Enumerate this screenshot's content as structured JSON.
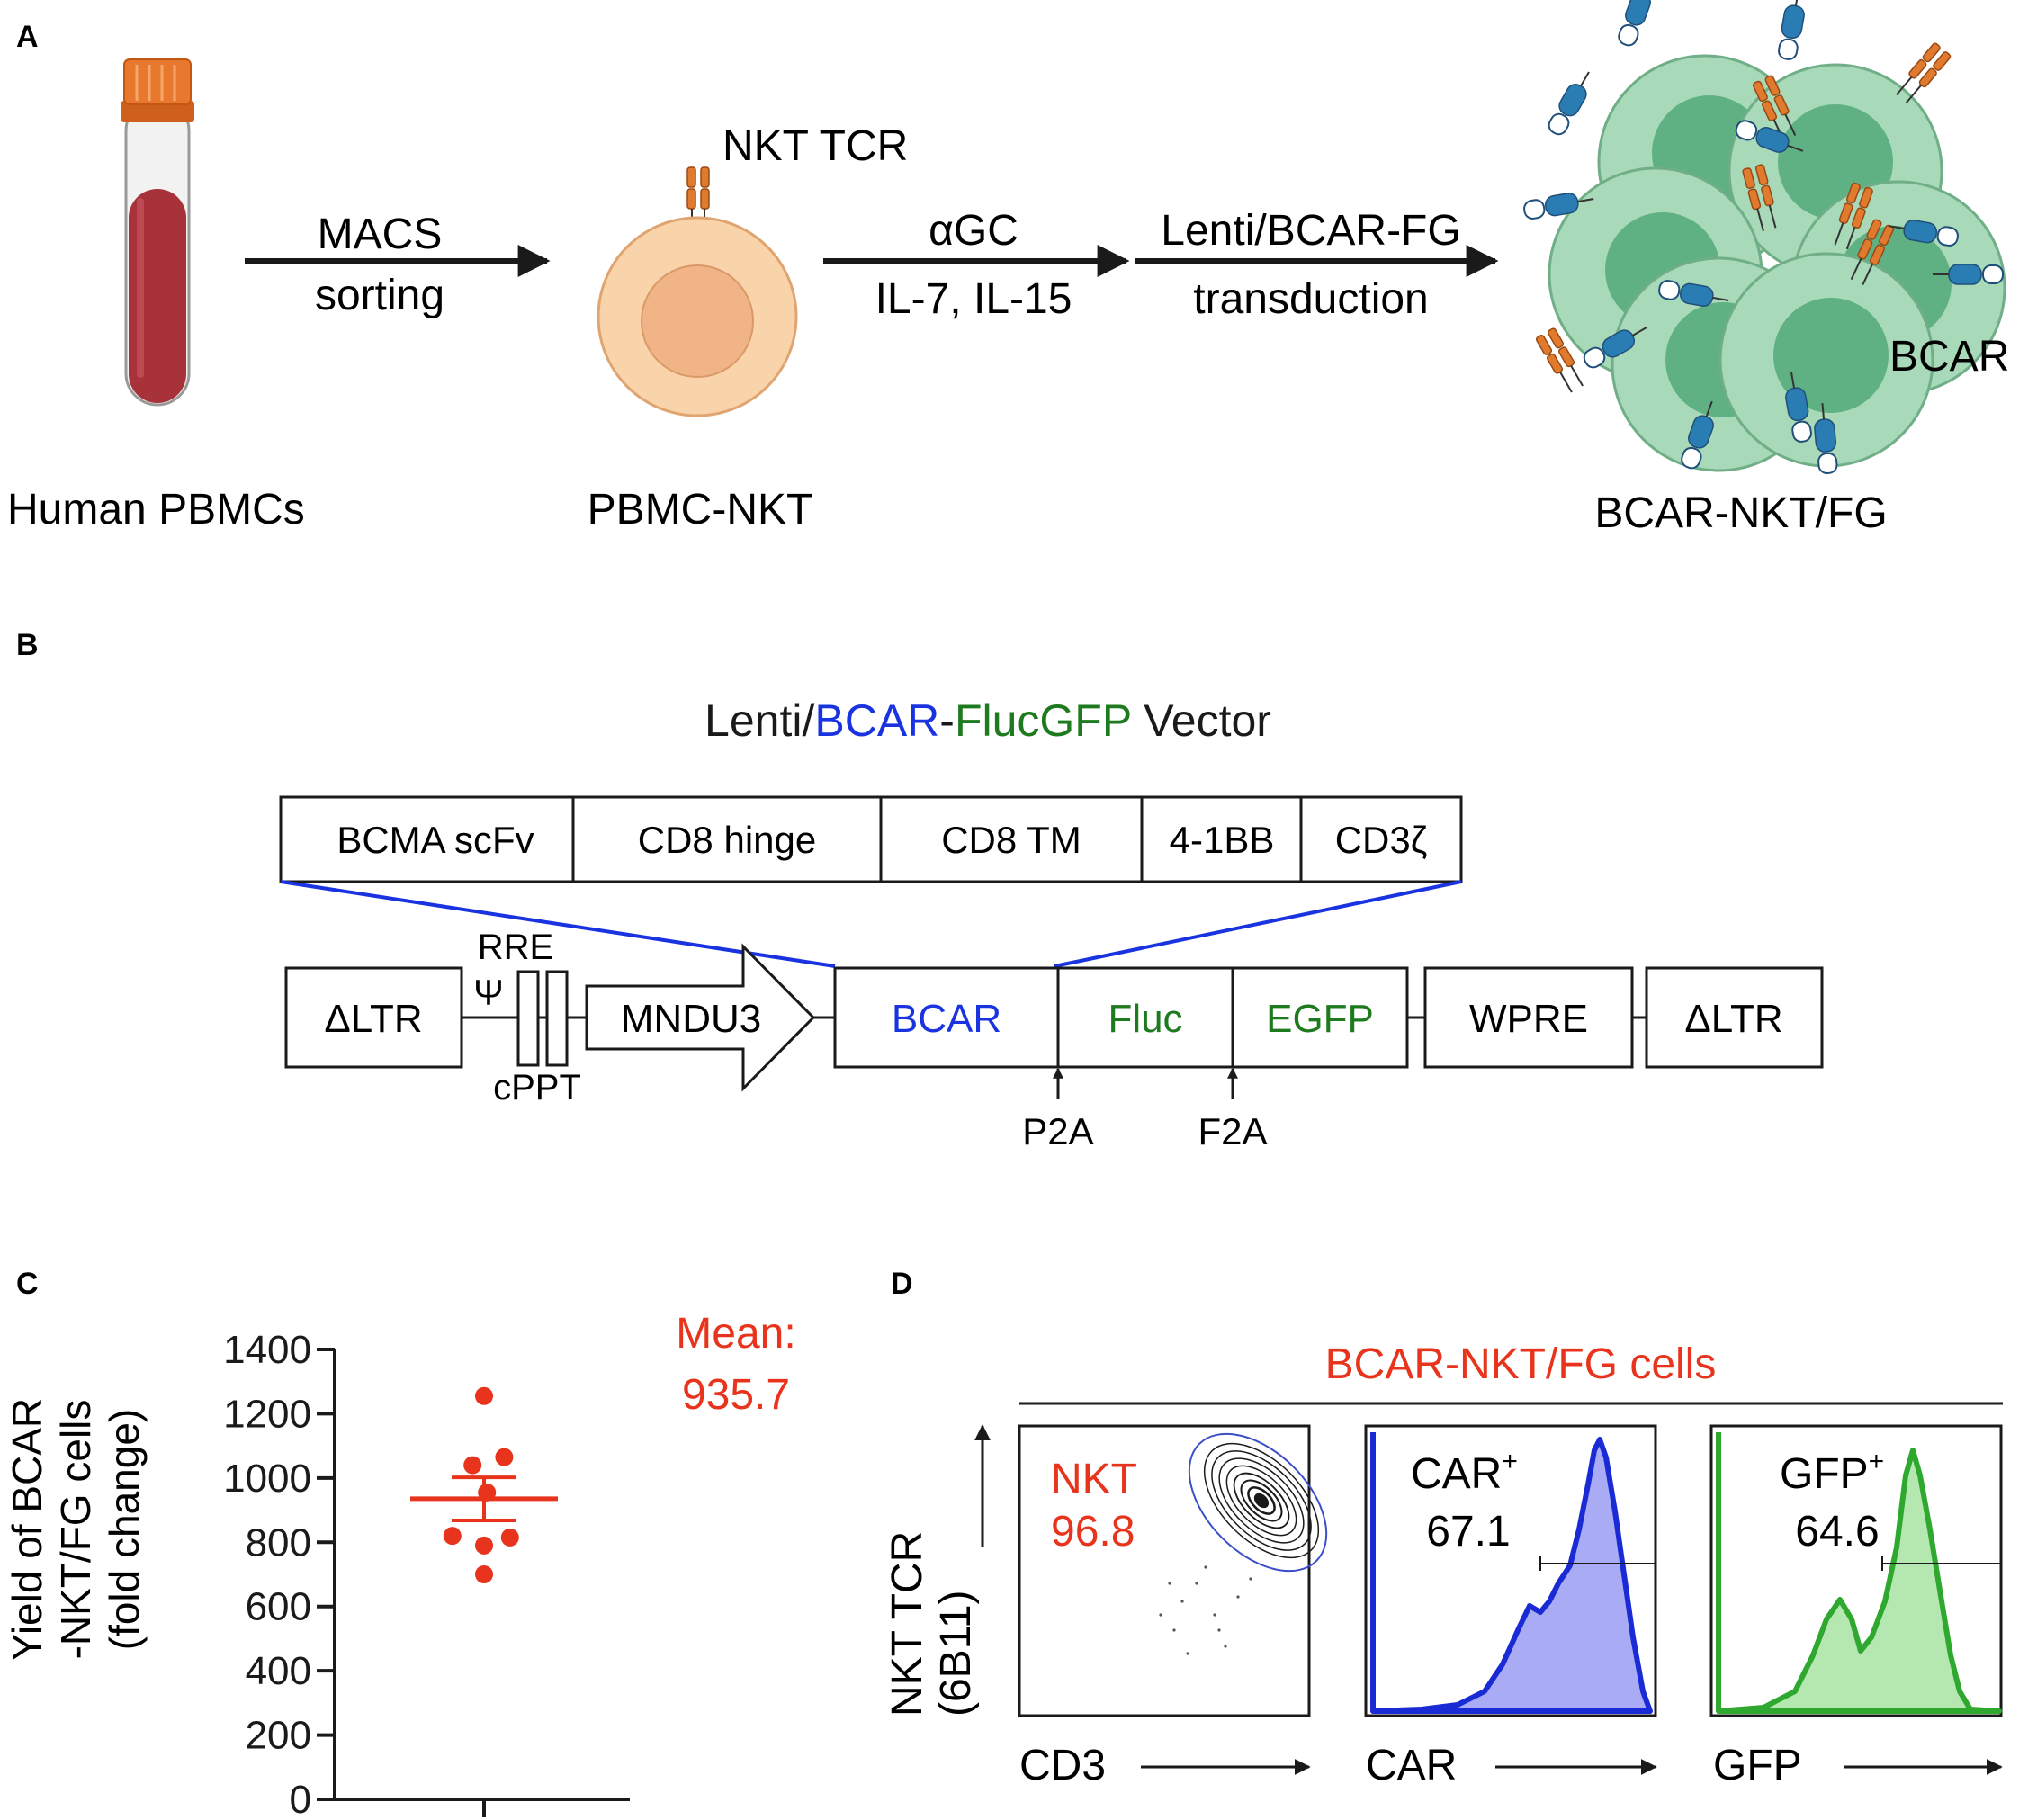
{
  "panel_a": {
    "letter": "A",
    "tube_label": "Human PBMCs",
    "arrow1_top": "MACS",
    "arrow1_bottom": "sorting",
    "tcr_label": "NKT TCR",
    "cell_label": "PBMC-NKT",
    "arrow2_top": "αGC",
    "arrow2_bottom": "IL-7, IL-15",
    "arrow3_top": "Lenti/BCAR-FG",
    "arrow3_bottom": "transduction",
    "bcar_label": "BCAR",
    "cluster_label": "BCAR-NKT/FG"
  },
  "panel_b": {
    "letter": "B",
    "title_parts": [
      "Lenti/",
      "BCAR",
      "-",
      "FlucGFP",
      " Vector"
    ],
    "car_segments": [
      "BCMA scFv",
      "CD8 hinge",
      "CD8 TM",
      "4-1BB",
      "CD3ζ"
    ],
    "ltr_left": "ΔLTR",
    "psi": "Ψ",
    "rre": "RRE",
    "cppt": "cPPT",
    "promoter": "MNDU3",
    "bcar": "BCAR",
    "fluc": "Fluc",
    "egfp": "EGFP",
    "wpre": "WPRE",
    "ltr_right": "ΔLTR",
    "p2a": "P2A",
    "f2a": "F2A"
  },
  "panel_c": {
    "letter": "C",
    "ylabel_lines": [
      "Yield of BCAR",
      "-NKT/FG cells",
      "(fold change)"
    ],
    "mean_label": "Mean:",
    "mean_value": "935.7"
  },
  "chart_data": {
    "type": "scatter",
    "title": "",
    "xlabel": "",
    "ylabel": "Yield of BCAR -NKT/FG cells (fold change)",
    "ylim": [
      0,
      1400
    ],
    "yticks": [
      0,
      200,
      400,
      600,
      800,
      1000,
      1200,
      1400
    ],
    "points": [
      {
        "x": 0.0,
        "y": 1255
      },
      {
        "x": -0.08,
        "y": 1040
      },
      {
        "x": 0.14,
        "y": 1065
      },
      {
        "x": 0.02,
        "y": 955
      },
      {
        "x": -0.22,
        "y": 820
      },
      {
        "x": 0.18,
        "y": 815
      },
      {
        "x": 0.0,
        "y": 790
      },
      {
        "x": 0.0,
        "y": 700
      }
    ],
    "mean": 935.7,
    "sem_low": 868,
    "sem_high": 1002,
    "color": "#e8341c"
  },
  "panel_d": {
    "letter": "D",
    "header": "BCAR-NKT/FG cells",
    "ylabel_main": "NKT TCR",
    "ylabel_sub": "(6B11)",
    "plot1": {
      "gate_name": "NKT",
      "gate_value": "96.8",
      "xlabel": "CD3"
    },
    "plot2": {
      "gate_name": "CAR",
      "gate_sup": "+",
      "gate_value": "67.1",
      "xlabel": "CAR"
    },
    "plot3": {
      "gate_name": "GFP",
      "gate_sup": "+",
      "gate_value": "64.6",
      "xlabel": "GFP"
    }
  },
  "colors": {
    "tube_cap": "#e8782e",
    "blood": "#a8323a",
    "cell_outer": "#f9d4aa",
    "cell_inner": "#f0b487",
    "nkt_cell_outer": "#a8d9b8",
    "nkt_cell_inner": "#5fb184",
    "tcr_orange": "#e07a2e",
    "bcar_blue": "#2a7db2",
    "vector_blue": "#1a33e0",
    "vector_green": "#1e7a1e",
    "accent_red": "#e8341c",
    "car_hist": "#1a2bd6",
    "car_fill": "#a9acf4",
    "gfp_hist": "#2ea82e",
    "gfp_fill": "#b5e8b0"
  }
}
